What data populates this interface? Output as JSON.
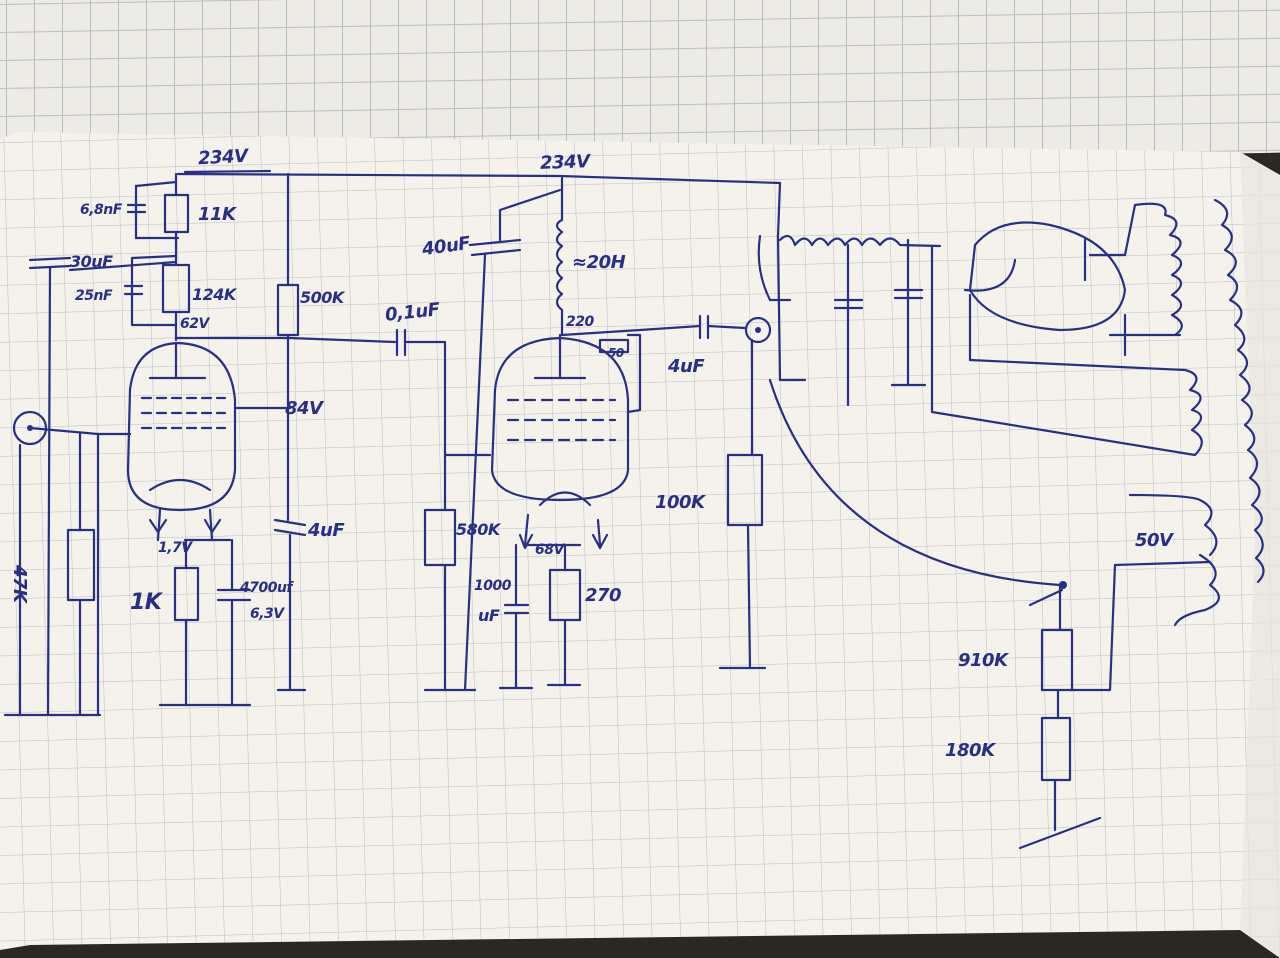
{
  "labels": {
    "b_plus_left": "234V",
    "b_plus_mid": "234V",
    "c68nf": "6,8nF",
    "r11k": "11K",
    "c30uf": "30uF",
    "c25nf": "25nF",
    "r124k": "124K",
    "v62": "62V",
    "r500k": "500K",
    "c01uf": "0,1uF",
    "c40uf": "40uF",
    "choke": "≈20H",
    "r220": "220",
    "r50": "50",
    "c4uf": "4uF",
    "v84": "84V",
    "r47k": "47K",
    "v17": "1,7V",
    "r1k": "1K",
    "c4700": "4700uf",
    "v63": "6,3V",
    "c4uf_b": "4uF",
    "r580k": "580K",
    "v68": "68V",
    "c1000": "1000",
    "c1000_unit": "uF",
    "r270": "270",
    "r100k": "100K",
    "v50": "50V",
    "r910k": "910K",
    "r180k": "180K"
  },
  "colors": {
    "ink": "#2a2f86",
    "paper": "#f4f2ea",
    "grid": "#b9bcc4",
    "background": "#2b2824"
  }
}
